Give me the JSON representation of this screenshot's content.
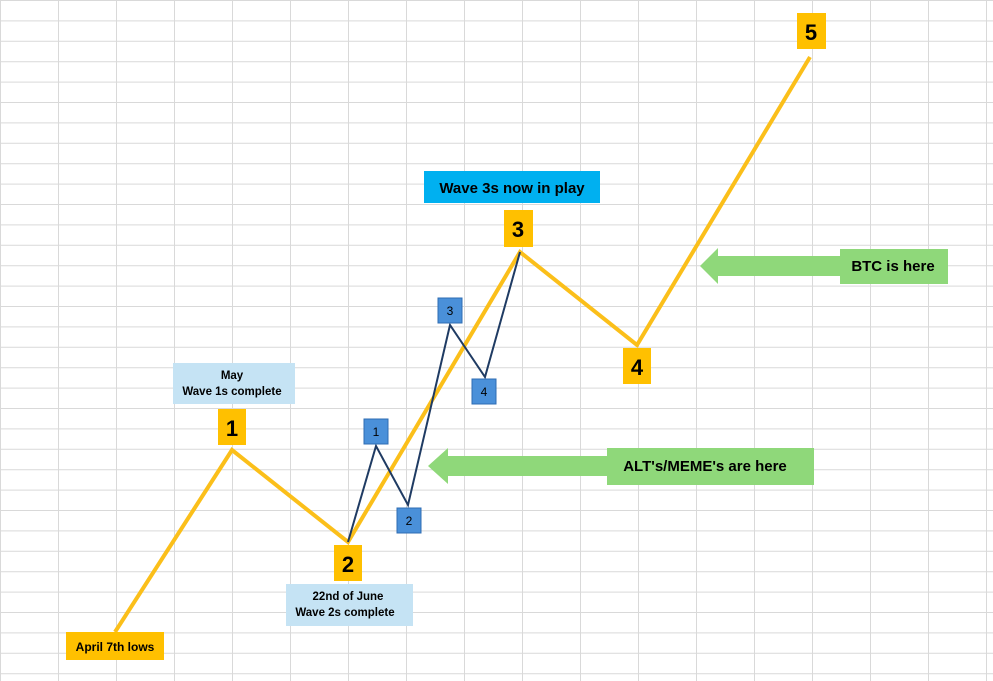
{
  "colors": {
    "grid": "#d9d9d9",
    "main_wave": "#fbbf1a",
    "sub_wave": "#1f3b63",
    "wave_box": "#ffc000",
    "sub_box": "#4a90d9",
    "light_callout": "#c5e3f4",
    "blue_callout": "#00b0f0",
    "green": "#8fd87a"
  },
  "main_waves": [
    "1",
    "2",
    "3",
    "4",
    "5"
  ],
  "sub_waves": [
    "1",
    "2",
    "3",
    "4"
  ],
  "callouts": {
    "start": "April 7th lows",
    "wave1_line1": "May",
    "wave1_line2": "Wave 1s complete",
    "wave2_line1": "22nd of June",
    "wave2_line2": "Wave 2s complete",
    "wave3": "Wave 3s now in play"
  },
  "arrows": {
    "btc": "BTC is here",
    "alts": "ALT's/MEME's are here"
  }
}
